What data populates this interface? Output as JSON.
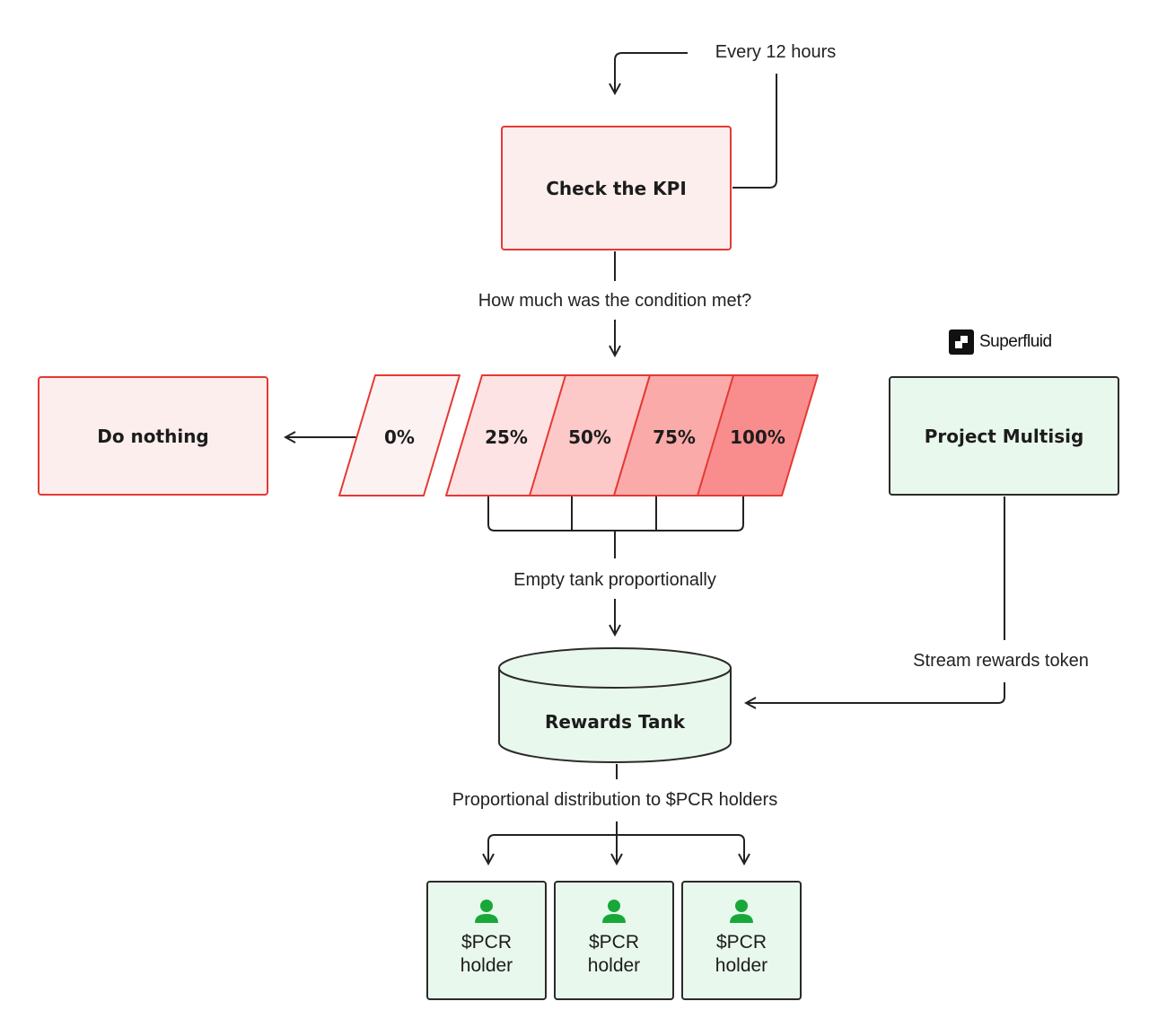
{
  "diagram": {
    "trigger_label": "Every 12 hours",
    "check_kpi": "Check the KPI",
    "question_label": "How much was the condition met?",
    "do_nothing": "Do nothing",
    "percentages": [
      "0%",
      "25%",
      "50%",
      "75%",
      "100%"
    ],
    "empty_tank_label": "Empty tank proportionally",
    "rewards_tank": "Rewards Tank",
    "distribution_label": "Proportional distribution to $PCR holders",
    "holders": [
      {
        "line1": "$PCR",
        "line2": "holder"
      },
      {
        "line1": "$PCR",
        "line2": "holder"
      },
      {
        "line1": "$PCR",
        "line2": "holder"
      }
    ],
    "logo_wordmark": "Superfluid",
    "project_multisig": "Project Multisig",
    "stream_label": "Stream rewards token",
    "colors": {
      "red_border": "#e53935",
      "red_light": "#fdeeee",
      "green_fill": "#e9f8ec",
      "person_icon": "#18a83a",
      "pct_fills": [
        "#fdf2f2",
        "#fde3e3",
        "#fcc8c8",
        "#fbaaaa",
        "#f98d8d"
      ]
    }
  }
}
